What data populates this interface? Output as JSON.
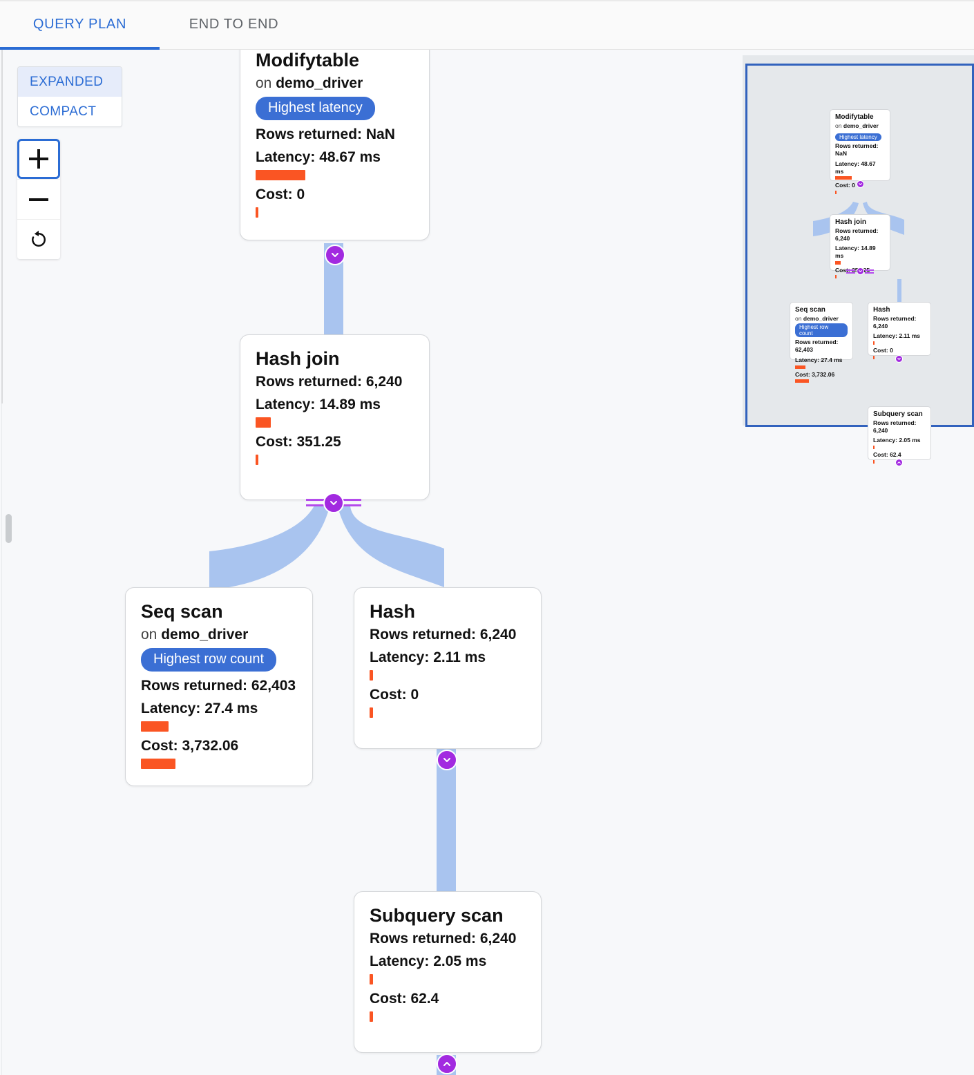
{
  "tabs": [
    {
      "id": "query-plan",
      "label": "QUERY PLAN",
      "active": true
    },
    {
      "id": "end-to-end",
      "label": "END TO END",
      "active": false
    }
  ],
  "controls": {
    "mode_options": [
      "EXPANDED",
      "COMPACT"
    ],
    "mode_selected": "EXPANDED",
    "zoom_in_label": "+",
    "zoom_out_label": "−",
    "reset_label": "reset-view"
  },
  "colors": {
    "accent_blue": "#2b6cd4",
    "badge_blue": "#3b6fd4",
    "bar_orange": "#fa5523",
    "chevron_purple": "#a22ae0",
    "edge_blue": "#a9c4ef",
    "minimap_bg": "#e5e8eb",
    "minimap_border": "#3262bd",
    "canvas_bg": "#f7f8fa"
  },
  "labels": {
    "rows_prefix": "Rows returned: ",
    "latency_prefix": "Latency: ",
    "cost_prefix": "Cost: ",
    "on_prefix": "on "
  },
  "plan": {
    "nodes": [
      {
        "id": "modifytable",
        "title": "Modifytable",
        "relation": "demo_driver",
        "badge": "Highest latency",
        "rows": "Rows returned: NaN",
        "latency": "Latency: 48.67 ms",
        "latency_bar_pct": 100,
        "cost": "Cost: 0",
        "cost_bar_pct": 1,
        "chevron": "down"
      },
      {
        "id": "hash-join",
        "title": "Hash join",
        "relation": null,
        "badge": null,
        "rows": "Rows returned: 6,240",
        "latency": "Latency: 14.89 ms",
        "latency_bar_pct": 31,
        "cost": "Cost: 351.25",
        "cost_bar_pct": 4,
        "chevron": "down"
      },
      {
        "id": "seq-scan",
        "title": "Seq scan",
        "relation": "demo_driver",
        "badge": "Highest row count",
        "rows": "Rows returned: 62,403",
        "latency": "Latency: 27.4 ms",
        "latency_bar_pct": 56,
        "cost": "Cost: 3,732.06",
        "cost_bar_pct": 100,
        "chevron": null
      },
      {
        "id": "hash",
        "title": "Hash",
        "relation": null,
        "badge": null,
        "rows": "Rows returned: 6,240",
        "latency": "Latency: 2.11 ms",
        "latency_bar_pct": 4,
        "cost": "Cost: 0",
        "cost_bar_pct": 1,
        "chevron": "down"
      },
      {
        "id": "subquery-scan",
        "title": "Subquery scan",
        "relation": null,
        "badge": null,
        "rows": "Rows returned: 6,240",
        "latency": "Latency: 2.05 ms",
        "latency_bar_pct": 4,
        "cost": "Cost: 62.4",
        "cost_bar_pct": 1,
        "chevron": "up"
      }
    ],
    "edges": [
      {
        "from": "modifytable",
        "to": "hash-join"
      },
      {
        "from": "hash-join",
        "to": "seq-scan"
      },
      {
        "from": "hash-join",
        "to": "hash"
      },
      {
        "from": "hash",
        "to": "subquery-scan"
      }
    ]
  }
}
